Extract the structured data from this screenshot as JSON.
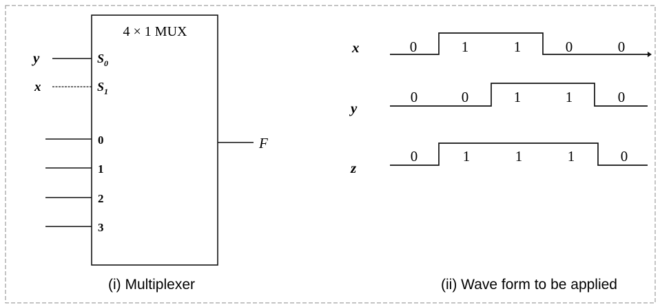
{
  "mux": {
    "title": "4 × 1 MUX",
    "select_inputs": [
      {
        "signal": "y",
        "pin_main": "S",
        "pin_sub": "0"
      },
      {
        "signal": "x",
        "pin_main": "S",
        "pin_sub": "1"
      }
    ],
    "data_inputs": [
      "0",
      "1",
      "2",
      "3"
    ],
    "output": "F",
    "caption": "(i) Multiplexer"
  },
  "waveforms": {
    "caption": "(ii)  Wave form to be applied",
    "signals": [
      {
        "name": "x",
        "bits": [
          "0",
          "1",
          "1",
          "0",
          "0"
        ]
      },
      {
        "name": "y",
        "bits": [
          "0",
          "0",
          "1",
          "1",
          "0"
        ]
      },
      {
        "name": "z",
        "bits": [
          "0",
          "1",
          "1",
          "1",
          "0"
        ]
      }
    ]
  }
}
